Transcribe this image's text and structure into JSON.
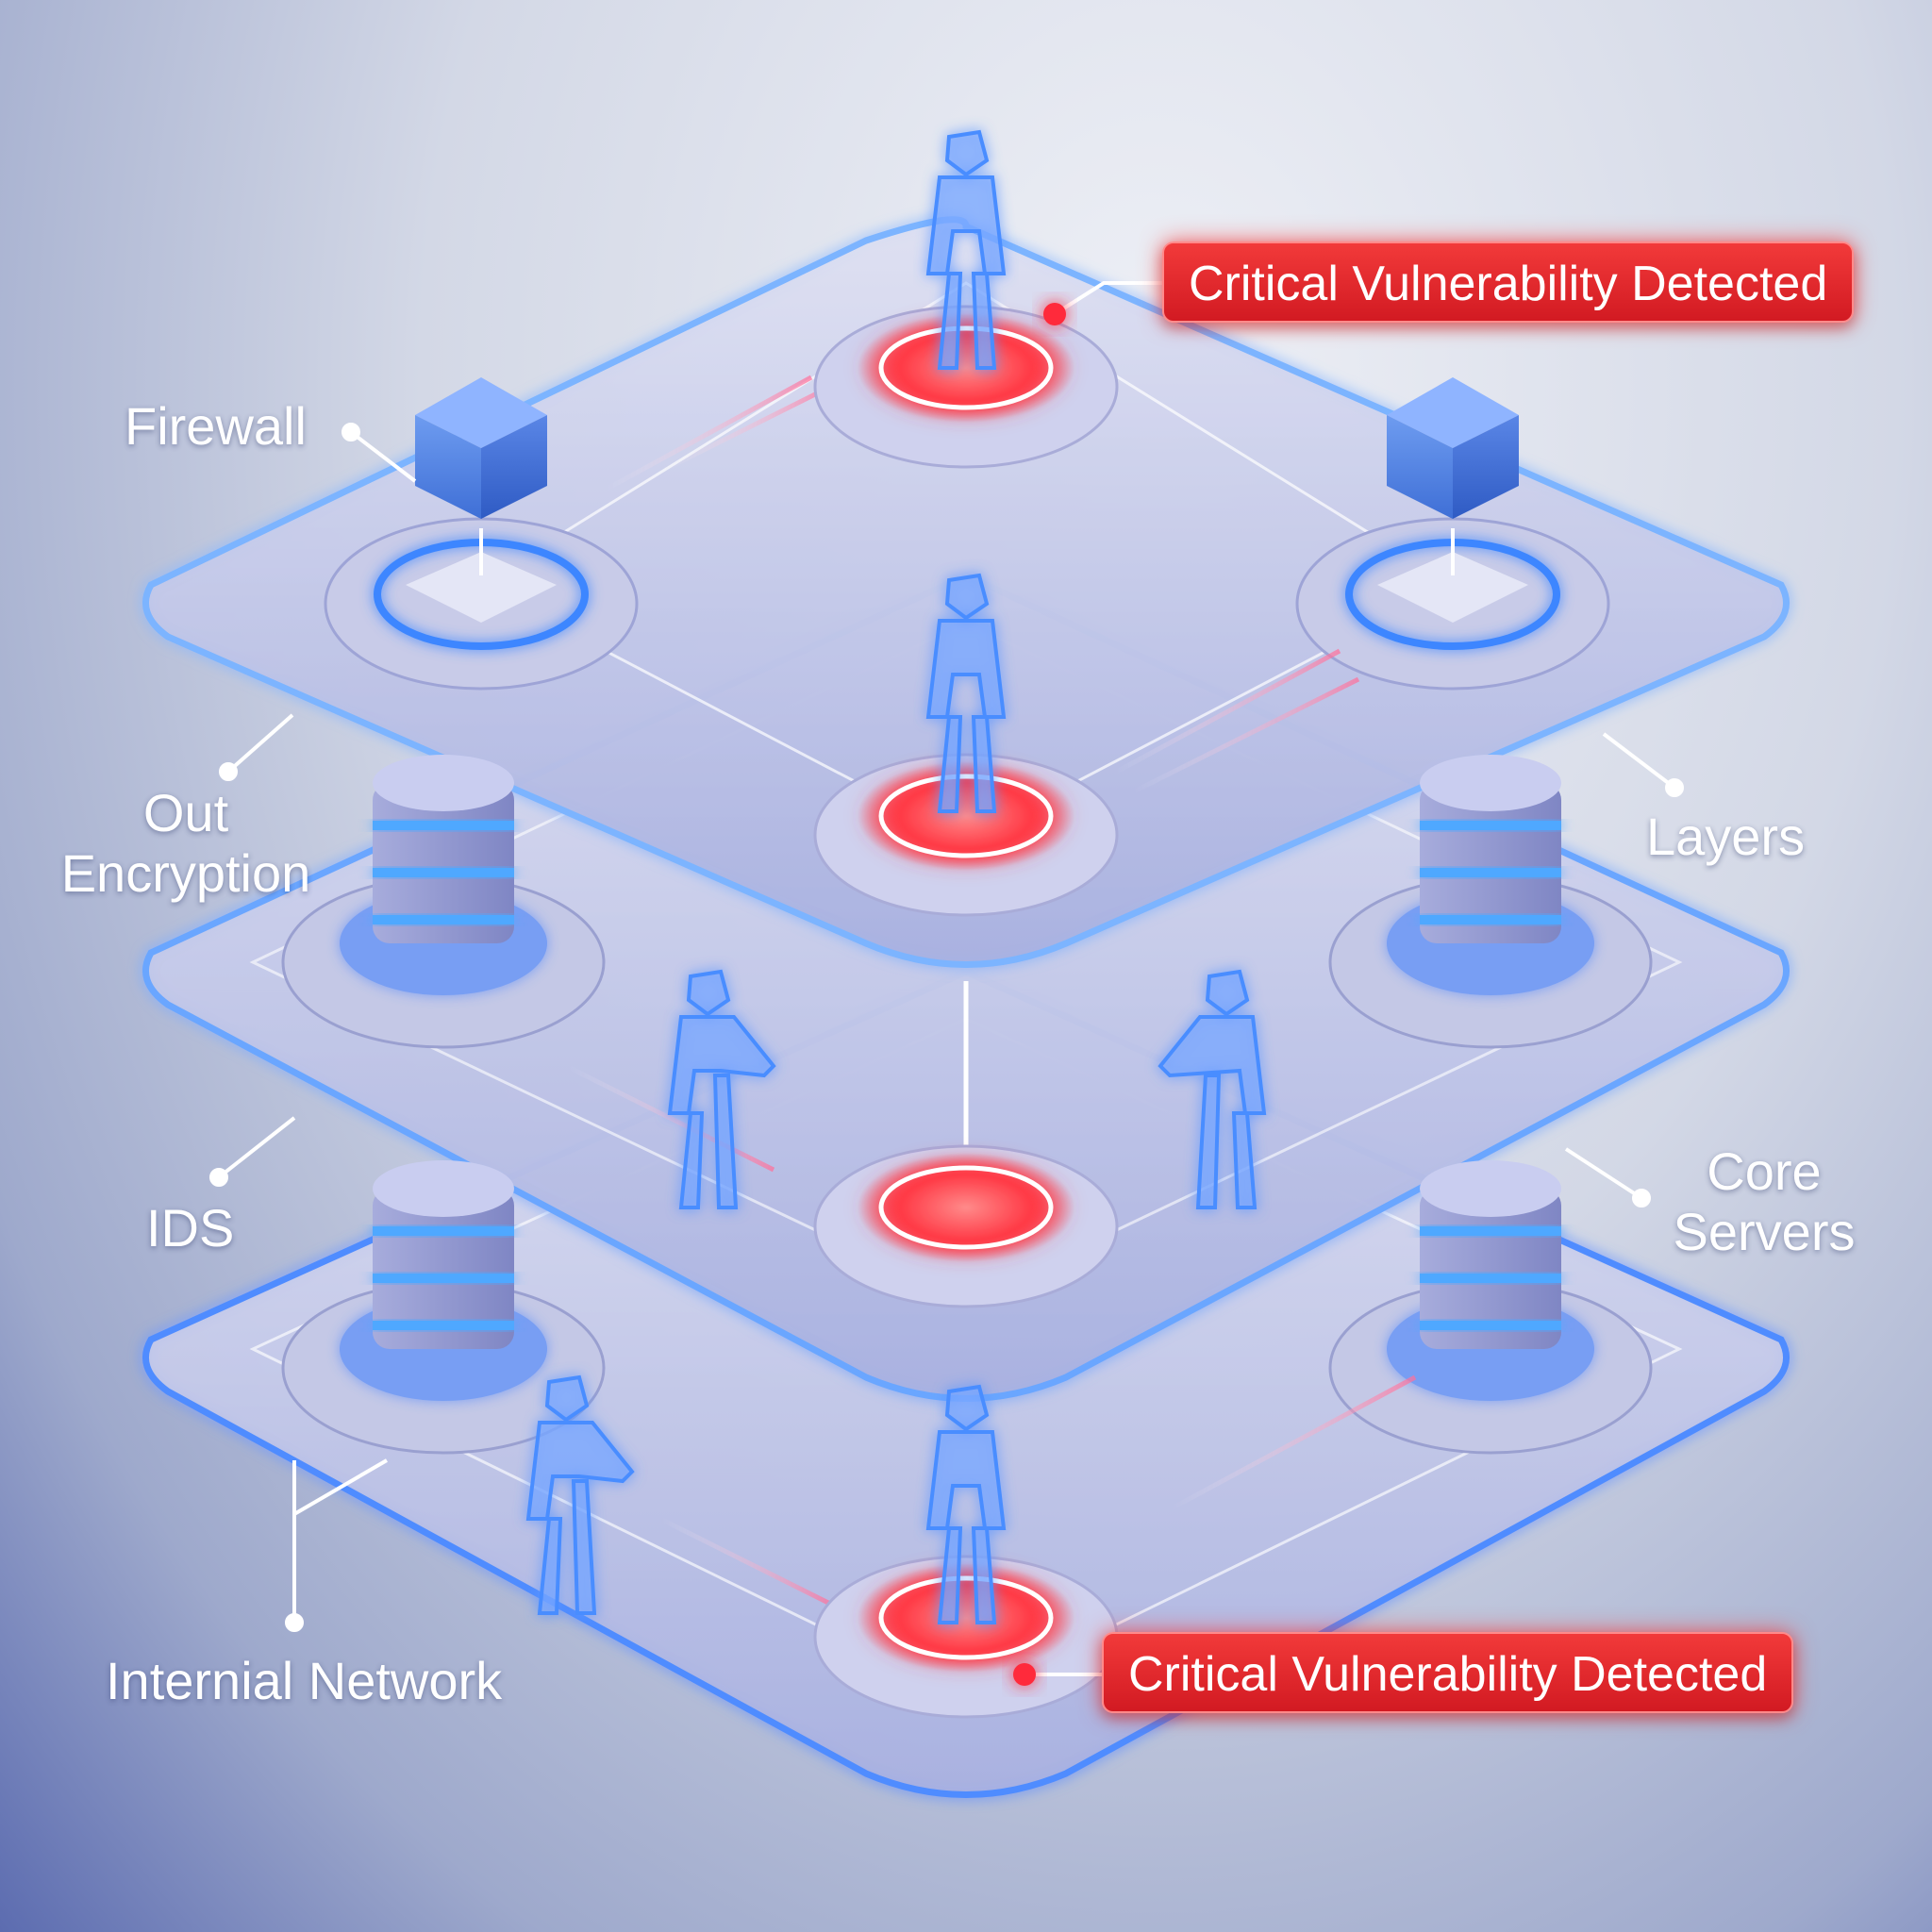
{
  "labels": {
    "firewall": "Firewall",
    "out_encryption_line1": "Out",
    "out_encryption_line2": "Encryption",
    "ids": "IDS",
    "internal_network": "Internial Network",
    "layers": "Layers",
    "core_servers_line1": "Core",
    "core_servers_line2": "Servers"
  },
  "alerts": {
    "top": "Critical Vulnerability Detected",
    "bottom": "Critical Vulnerability Detected"
  },
  "colors": {
    "glow_blue": "#5aa0ff",
    "alert_red": "#ff2a3a",
    "platform": "#c9cde8"
  }
}
